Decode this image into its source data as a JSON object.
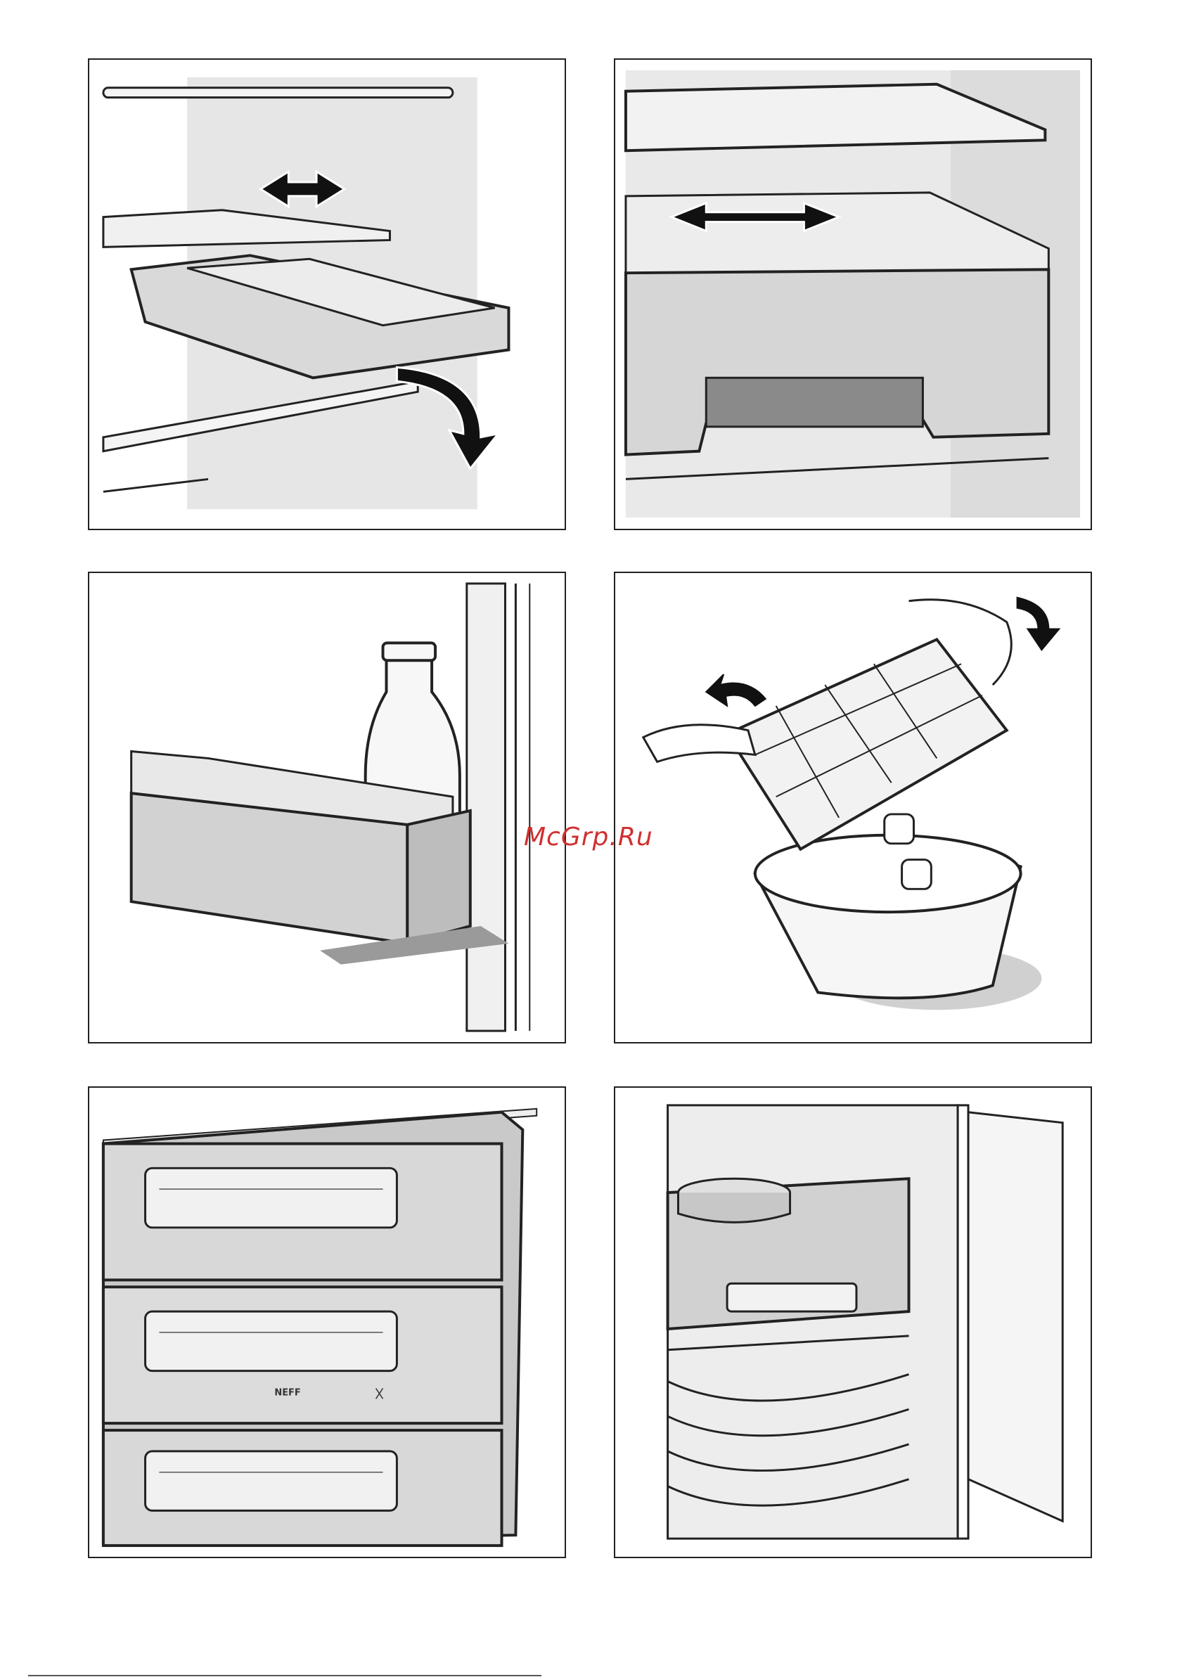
{
  "watermark": {
    "text": "McGrp.Ru"
  },
  "panels": [
    {
      "id": "shelf-drawer",
      "icons": [
        "double-arrow-horizontal-icon",
        "curved-arrow-down-icon"
      ]
    },
    {
      "id": "fresh-drawer",
      "icons": [
        "double-arrow-horizontal-icon"
      ]
    },
    {
      "id": "door-rack-bottle",
      "icons": [
        "bottle-icon"
      ]
    },
    {
      "id": "ice-tray",
      "icons": [
        "curved-arrow-left-icon",
        "curved-arrow-down-icon"
      ]
    },
    {
      "id": "freezer-drawers",
      "brand": "NEFF",
      "icons": [
        "snowflake-icon"
      ]
    },
    {
      "id": "freezer-open",
      "icons": [
        "pot-icon"
      ]
    }
  ],
  "colors": {
    "outline": "#222222",
    "shade": "#d9d9d9",
    "light": "#eeeeee",
    "arrow": "#111111",
    "watermark": "#d0302f"
  }
}
